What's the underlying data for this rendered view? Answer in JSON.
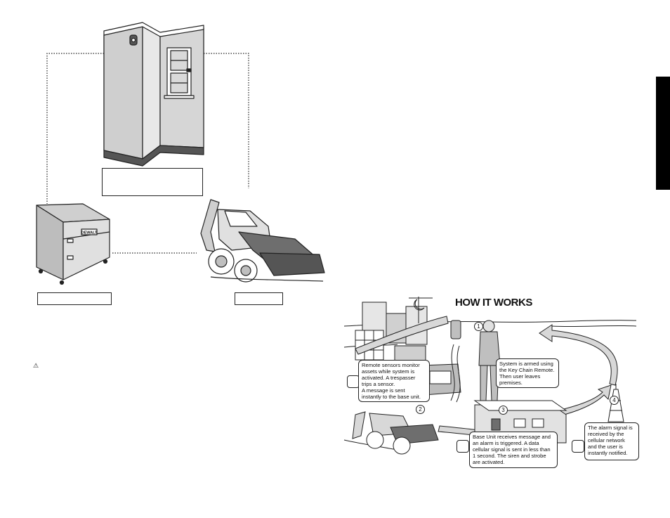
{
  "how_it_works": {
    "title": "HOW IT WORKS",
    "steps": [
      {
        "number": "1",
        "text": "System is armed using\nthe Key Chain Remote.\nThen user leaves\npremises."
      },
      {
        "number": "2",
        "text": "Remote sensors monitor\nassets while system is\nactivated. A trespasser\ntrips a sensor.\nA message is sent\ninstantly to the base unit."
      },
      {
        "number": "3",
        "text": "Base Unit receives message and\nan alarm is triggered.  A data\ncellular signal is sent in less than\n1 second. The siren and strobe\nare activated."
      },
      {
        "number": "4",
        "text": "The alarm signal is\nreceived by the\ncellular network\nand the user is\ninstantly notified."
      }
    ]
  },
  "brand": {
    "job_box_logo": "DEWALT"
  },
  "warning": {
    "icon": "warning-triangle-icon",
    "symbol": "⚠"
  },
  "colors": {
    "ink": "#111111",
    "tab": "#000000",
    "gray": "#bfbfbf",
    "dark_gray": "#6e6e6e"
  }
}
